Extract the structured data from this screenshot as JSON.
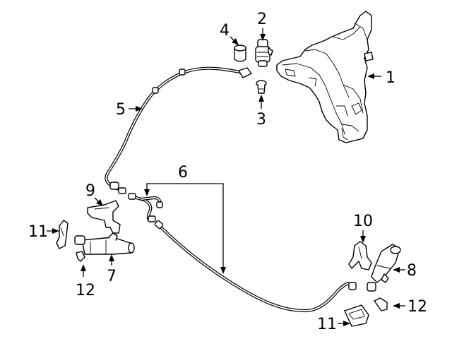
{
  "callouts": {
    "c1": "1",
    "c2": "2",
    "c3": "3",
    "c4": "4",
    "c5": "5",
    "c6": "6",
    "c7": "7",
    "c8": "8",
    "c9": "9",
    "c10": "10",
    "c11a": "11",
    "c11b": "11",
    "c12a": "12",
    "c12b": "12"
  }
}
